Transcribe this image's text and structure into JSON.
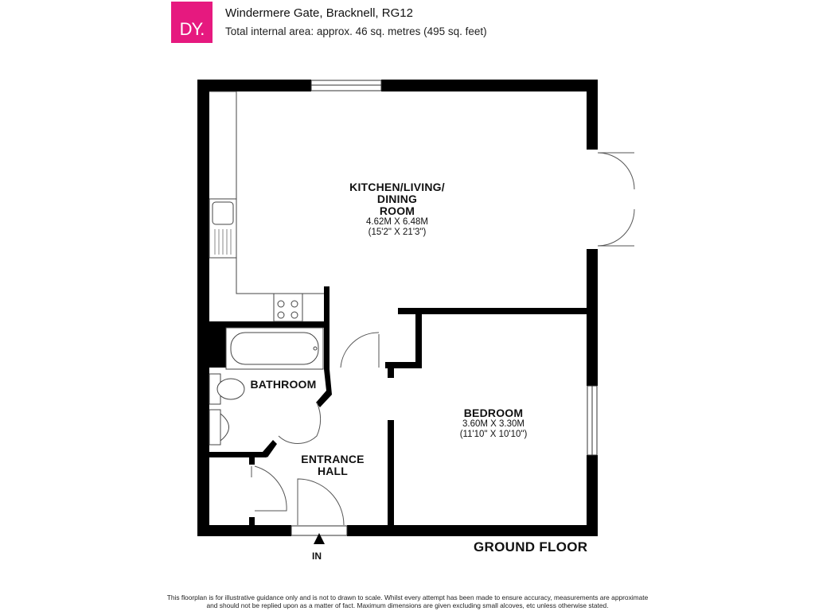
{
  "header": {
    "logo_text": "DY.",
    "address": "Windermere Gate, Bracknell, RG12",
    "area": "Total internal area: approx. 46 sq. metres (495 sq. feet)"
  },
  "rooms": {
    "kitchen": {
      "name": [
        "KITCHEN/LIVING/",
        "DINING",
        "ROOM"
      ],
      "dim_m": "4.62M X 6.48M",
      "dim_ft": "(15'2\" X 21'3\")"
    },
    "bedroom": {
      "name": "BEDROOM",
      "dim_m": "3.60M X 3.30M",
      "dim_ft": "(11'10\" X 10'10\")"
    },
    "bathroom": {
      "name": "BATHROOM"
    },
    "hall": {
      "name": [
        "ENTRANCE",
        "HALL"
      ]
    }
  },
  "floor_label": "GROUND FLOOR",
  "entrance_label": "IN",
  "disclaimer": "This floorplan is for illustrative guidance only and is not to drawn to scale. Whilst every attempt has been made to ensure accuracy, measurements are approximate and should not be replied upon as a matter of fact. Maximum dimensions are given excluding small alcoves, etc unless otherwise stated.",
  "colors": {
    "brand": "#e6197f",
    "wall": "#000000"
  }
}
